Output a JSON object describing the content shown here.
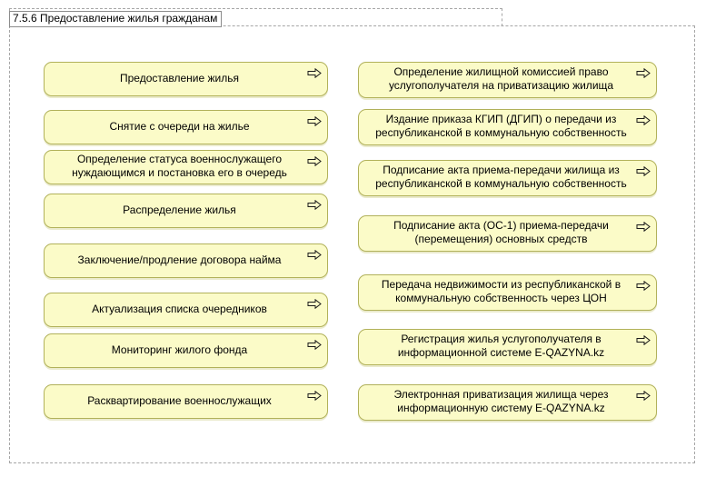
{
  "diagram": {
    "title": "7.5.6 Предоставление жилья гражданам",
    "colors": {
      "box_fill": "#fbfbc8",
      "box_border": "#b1b15a",
      "frame_dash": "#a6a6a6",
      "title_border": "#8c8c8c",
      "text": "#000000"
    },
    "icons": {
      "process_arrow": "rightwards-white-arrow"
    },
    "left_column": [
      {
        "label": "Предоставление жилья"
      },
      {
        "label": "Снятие с очереди на жилье"
      },
      {
        "label": "Определение статуса военнослужащего нуждающимся и постановка его в очередь"
      },
      {
        "label": "Распределение жилья"
      },
      {
        "label": "Заключение/продление договора найма"
      },
      {
        "label": "Актуализация списка очередников"
      },
      {
        "label": "Мониторинг жилого фонда"
      },
      {
        "label": "Расквартирование военнослужащих"
      }
    ],
    "right_column": [
      {
        "label": "Определение жилищной комиссией право услугополучателя на приватизацию жилища"
      },
      {
        "label": "Издание приказа КГИП (ДГИП) о передачи из республиканской в коммунальную собственность"
      },
      {
        "label": "Подписание акта приема-передачи жилища из республиканской в коммунальную собственность"
      },
      {
        "label": "Подписание акта (ОС-1) приема-передачи (перемещения) основных средств"
      },
      {
        "label": "Передача недвижимости из республиканской в коммунальную собственность через ЦОН"
      },
      {
        "label": "Регистрация жилья услугополучателя в информационной системе E-QAZYNA.kz"
      },
      {
        "label": "Электронная приватизация жилища через информационную систему E-QAZYNA.kz"
      }
    ]
  }
}
